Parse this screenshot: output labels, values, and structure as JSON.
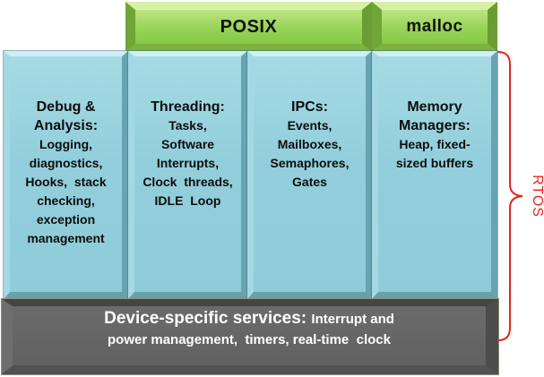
{
  "diagram": {
    "top_boxes": [
      {
        "id": "posix",
        "label": "POSIX"
      },
      {
        "id": "malloc",
        "label": "malloc"
      }
    ],
    "columns": [
      {
        "title": "Debug &\nAnalysis:",
        "body": "Logging,\ndiagnostics,\nHooks,  stack\nchecking,\nexception\nmanagement"
      },
      {
        "title": "Threading:",
        "body": "Tasks,\nSoftware\nInterrupts,\nClock  threads,\nIDLE  Loop"
      },
      {
        "title": "IPCs:",
        "body": "Events,\nMailboxes,\nSemaphores,\nGates"
      },
      {
        "title": "Memory\nManagers:",
        "body": "Heap, fixed-\nsized buffers"
      }
    ],
    "bottom_bar": {
      "title": "Device-specific services: ",
      "body": "Interrupt and\npower management,  timers, real-time  clock"
    },
    "bracket_label": "RTOS",
    "colors": {
      "green": "#92d050",
      "blue": "#92cddc",
      "gray": "#616161",
      "red": "#e5261f"
    }
  }
}
